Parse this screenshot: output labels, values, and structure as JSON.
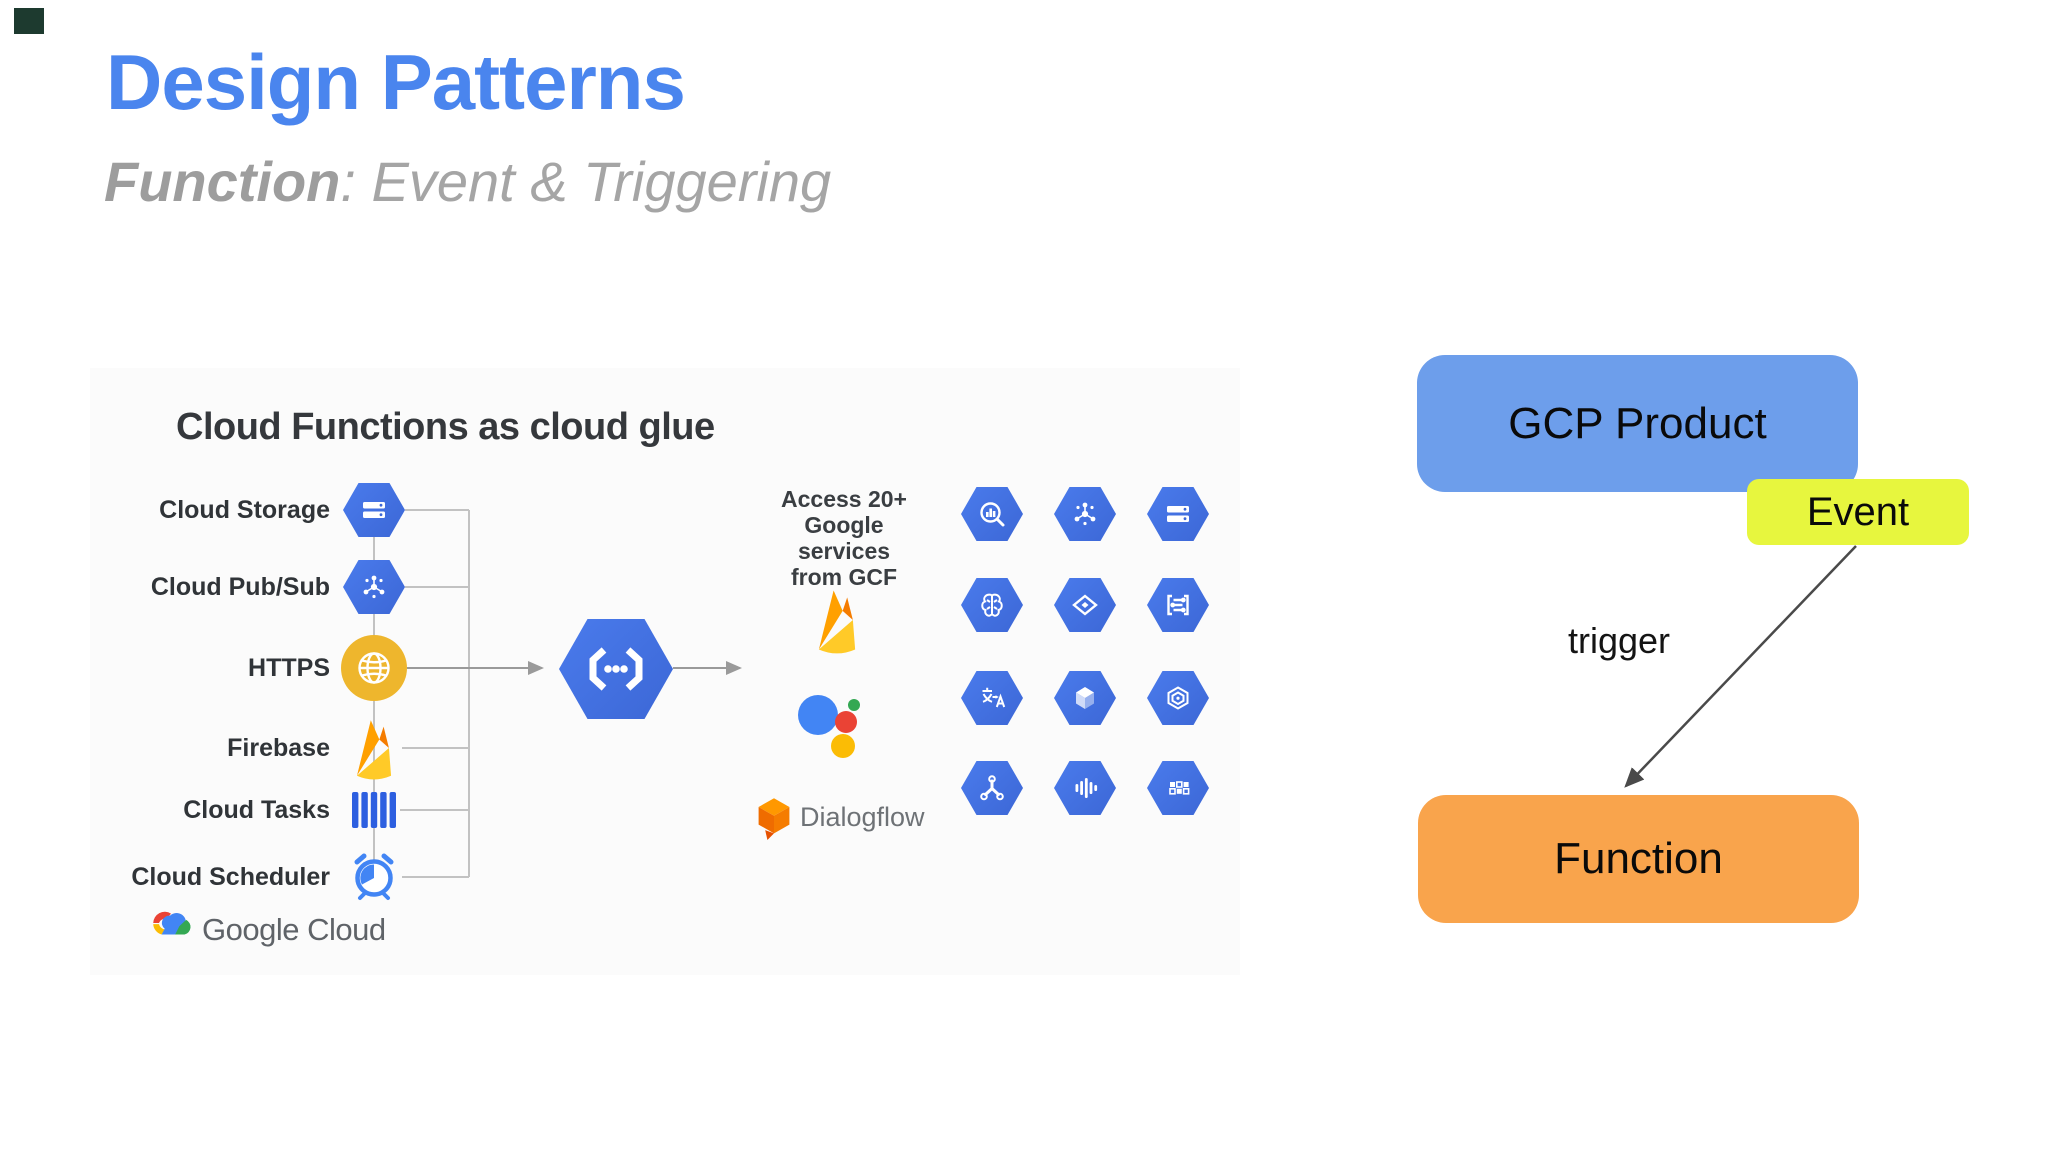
{
  "colors": {
    "title-blue": "#4a85ee",
    "subtitle-gray": "#a5a5a5",
    "panel-bg": "#fbfbfb",
    "hex-blue": "#4a7bec",
    "hex-blue-dark": "#3c67d6",
    "gold": "#eeb62d",
    "tasks-blue": "#2d5fe0",
    "scheduler-blue": "#4285f4",
    "flame-orange": "#ffa000",
    "flame-deep": "#f57c00",
    "flame-amber": "#ffca28",
    "dialogflow-orange": "#f57c00",
    "g-blue": "#4285f4",
    "g-red": "#ea4335",
    "g-yellow": "#fbbc05",
    "g-green": "#34a853",
    "product-blue": "#6d9eeb",
    "event-yellow": "#e7f63e",
    "function-orange": "#f9a44c",
    "connector-gray": "#c2c2c2",
    "arrow-gray": "#9a9a9a",
    "arrow-dark": "#4a4a4a",
    "ink": "#303438",
    "brand-gray": "#5f6368"
  },
  "page": {
    "title": "Design Patterns",
    "subtitle_bold": "Function",
    "subtitle_rest": ": Event & Triggering"
  },
  "glue": {
    "title": "Cloud Functions as cloud glue",
    "sources": [
      "Cloud Storage",
      "Cloud Pub/Sub",
      "HTTPS",
      "Firebase",
      "Cloud Tasks",
      "Cloud Scheduler"
    ],
    "center_icon": "cloud-functions",
    "access_lines": [
      "Access 20+",
      "Google services",
      "from GCF"
    ],
    "dialogflow_label": "Dialogflow",
    "brand": "Google Cloud",
    "grid_icons": [
      "bigquery",
      "pubsub",
      "storage",
      "ml-engine",
      "datastore",
      "logging",
      "translation",
      "compute-engine",
      "dataprep",
      "tools",
      "speech",
      "automl"
    ]
  },
  "flow": {
    "product": "GCP Product",
    "event": "Event",
    "trigger": "trigger",
    "function": "Function"
  }
}
